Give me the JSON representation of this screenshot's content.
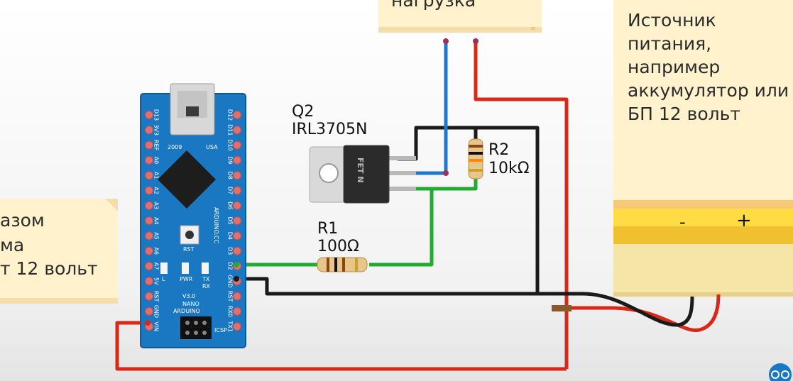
{
  "notes": {
    "load_title": "нагрузка",
    "power_source": [
      "Источник",
      "питания,",
      "например",
      "аккумулятор или",
      "БП 12 вольт"
    ],
    "left_note": [
      "азом",
      "ма",
      "т 12 вольт"
    ]
  },
  "components": {
    "q2": {
      "ref": "Q2",
      "part": "IRL3705N",
      "body_text": "FET N"
    },
    "r1": {
      "ref": "R1",
      "value": "100Ω"
    },
    "r2": {
      "ref": "R2",
      "value": "10kΩ"
    },
    "battery": {
      "minus": "-",
      "plus": "+"
    }
  },
  "arduino": {
    "title": "ARDUINO",
    "model": "NANO",
    "version": "V3.0",
    "site": "ARDUINO.CC",
    "year": "2009",
    "country": "USA",
    "rst": "RST",
    "icsp": "ICSP",
    "leds": [
      "L",
      "PWR",
      "TX",
      "RX"
    ],
    "left_pins": [
      "D13",
      "3V3",
      "REF",
      "A0",
      "A1",
      "A2",
      "A3",
      "A4",
      "A5",
      "A6",
      "A7",
      "5V",
      "RST",
      "GND",
      "VIN"
    ],
    "right_pins": [
      "D12",
      "D11",
      "D10",
      "D9",
      "D8",
      "D7",
      "D6",
      "D5",
      "D4",
      "D3",
      "D2",
      "GND",
      "RST",
      "RX0",
      "TX1"
    ]
  },
  "colors": {
    "wire_red": "#d82818",
    "wire_black": "#1a1a1a",
    "wire_green": "#22aa33",
    "wire_blue": "#2277cc",
    "pcb_blue": "#1a78c2",
    "note_yellow": "#fff2cc"
  }
}
